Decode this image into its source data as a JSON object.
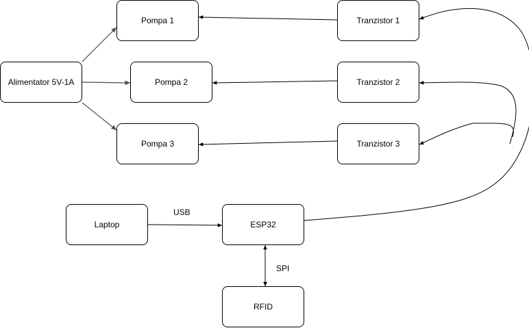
{
  "nodes": {
    "alimentator": "Alimentator 5V-1A",
    "pompa1": "Pompa 1",
    "pompa2": "Pompa 2",
    "pompa3": "Pompa 3",
    "tranzistor1": "Tranzistor 1",
    "tranzistor2": "Tranzistor 2",
    "tranzistor3": "Tranzistor 3",
    "laptop": "Laptop",
    "esp32": "ESP32",
    "rfid": "RFID"
  },
  "edge_labels": {
    "usb": "USB",
    "spi": "SPI"
  },
  "colors": {
    "stroke": "#000000",
    "alimentator_arrows": "#4d4d4d",
    "background": "#ffffff"
  }
}
